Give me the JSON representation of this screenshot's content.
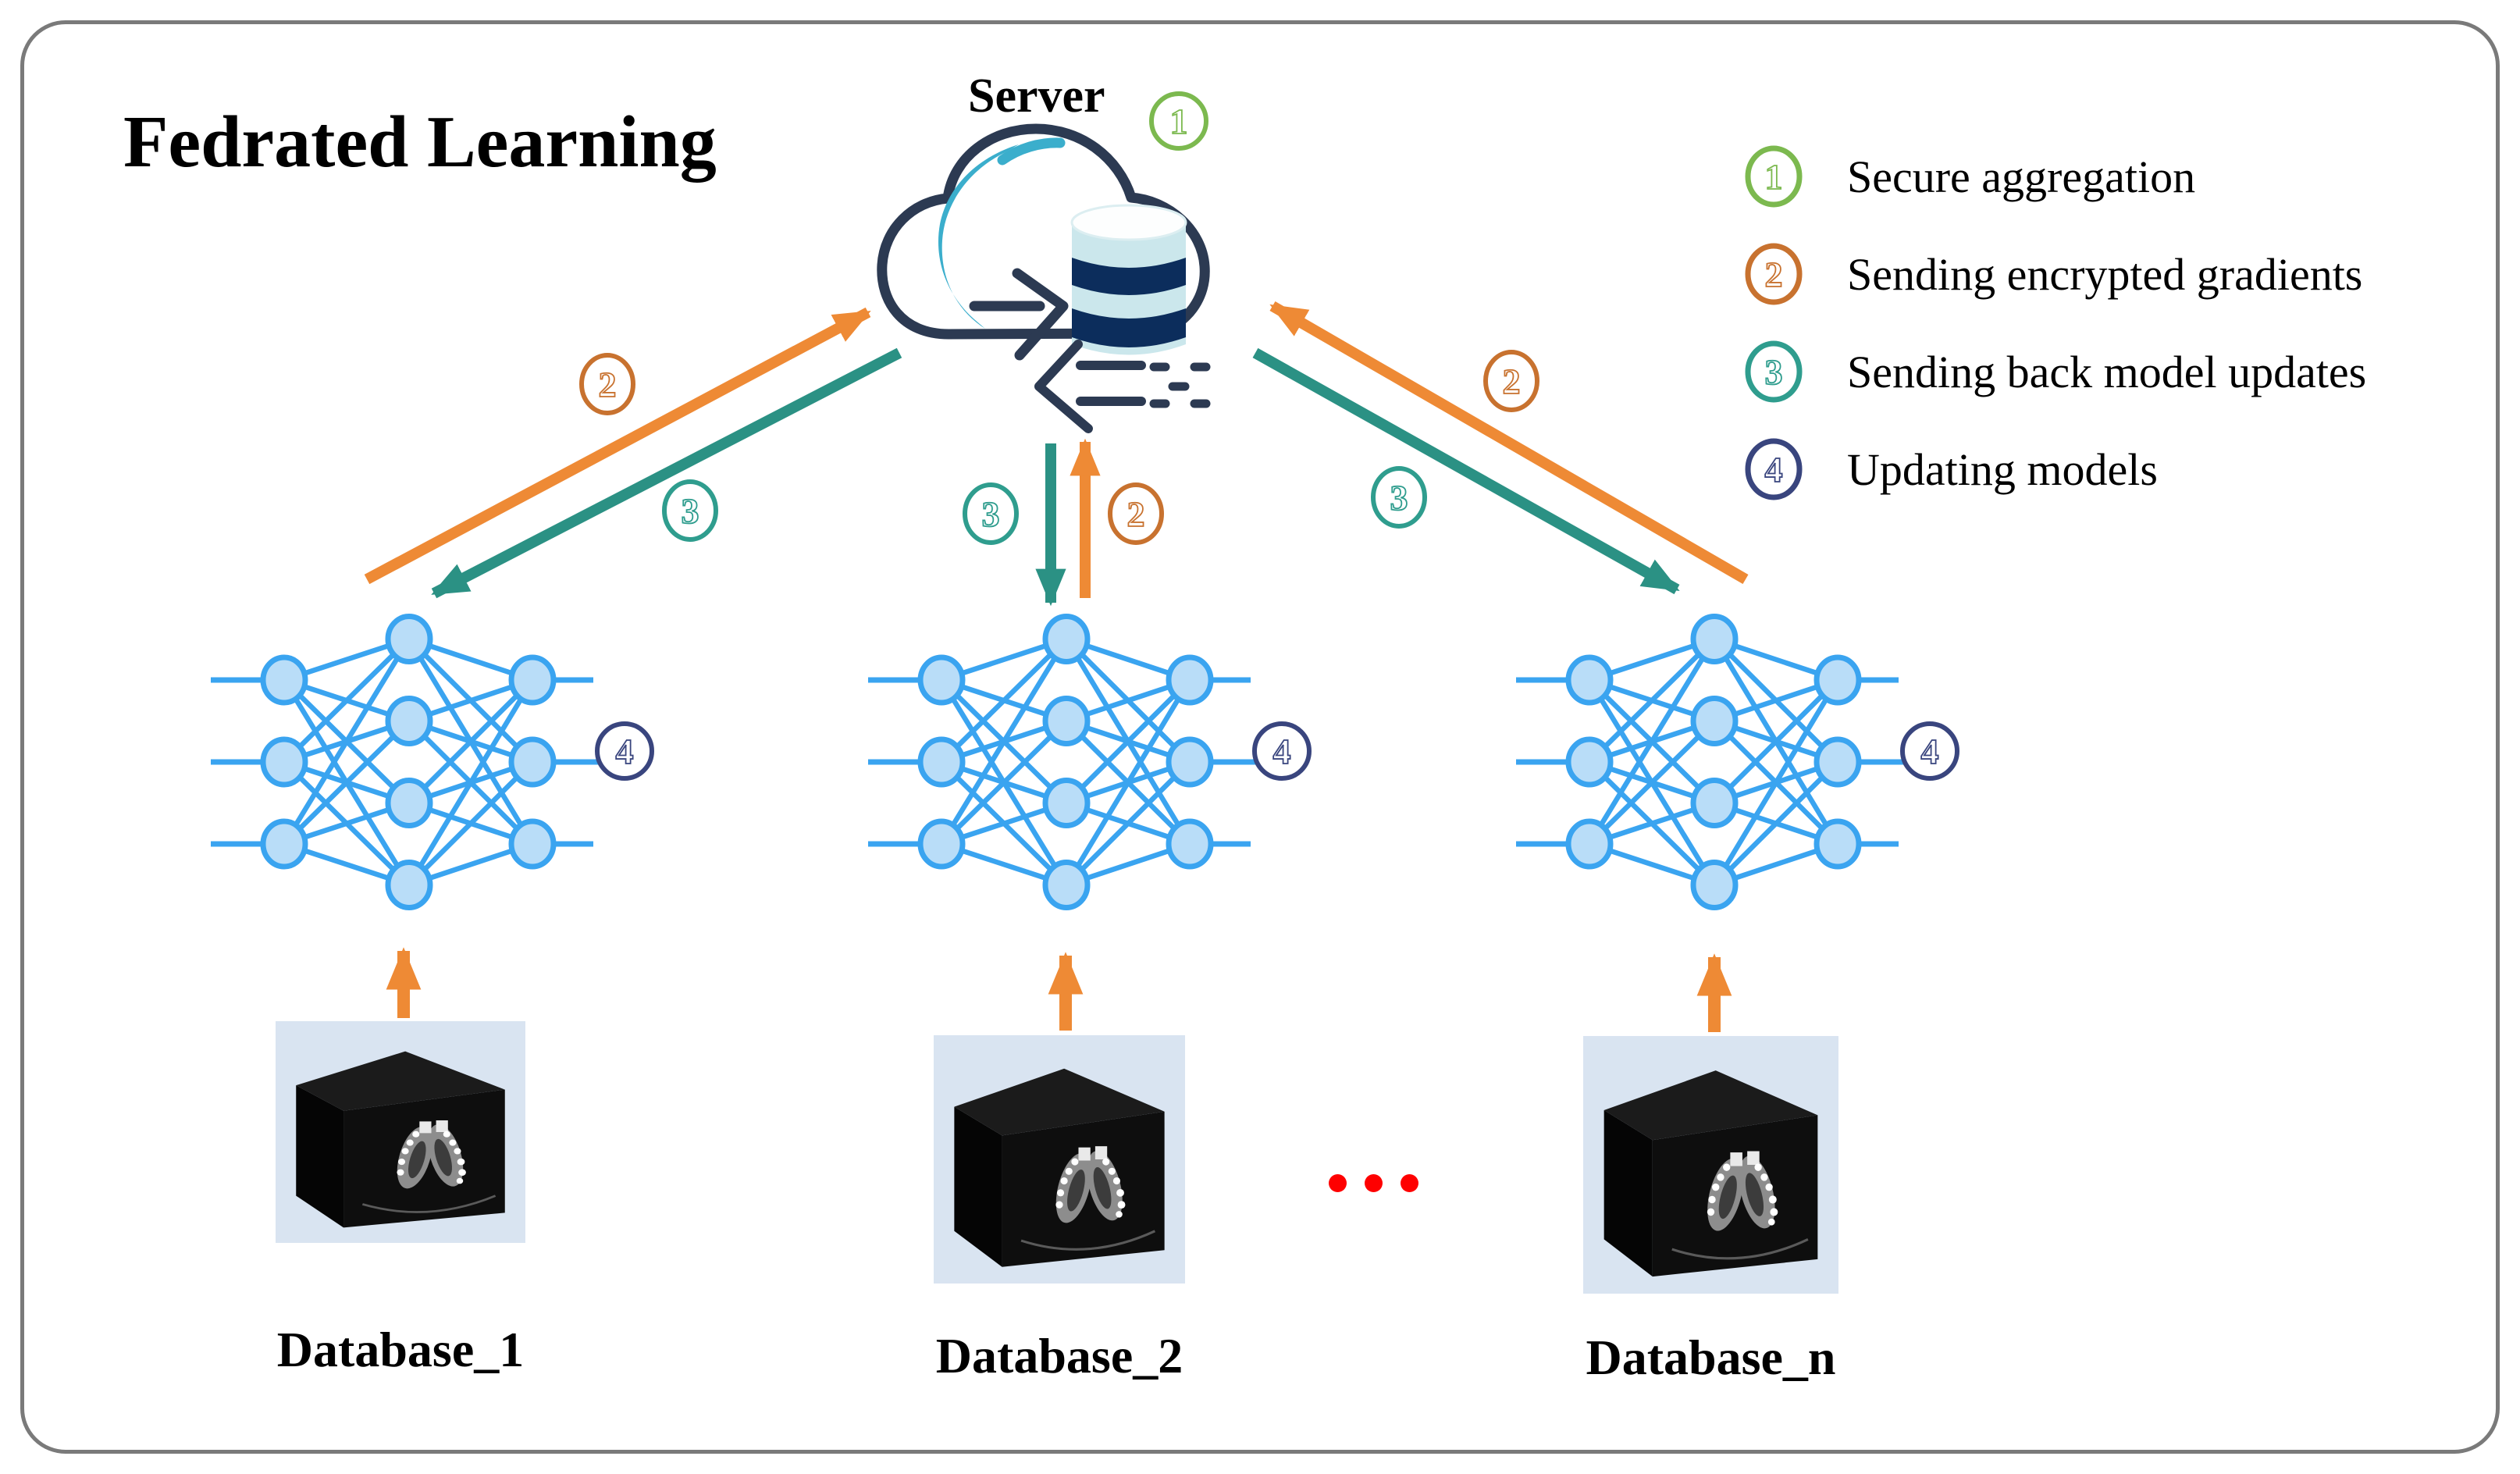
{
  "title": "Fedrated Learning",
  "server": {
    "label": "Server"
  },
  "legend": {
    "items": [
      {
        "num": "1",
        "label": "Secure aggregation",
        "color_key": "green"
      },
      {
        "num": "2",
        "label": "Sending encrypted gradients",
        "color_key": "orange_badge"
      },
      {
        "num": "3",
        "label": "Sending back model updates",
        "color_key": "teal_badge"
      },
      {
        "num": "4",
        "label": "Updating models",
        "color_key": "navy"
      }
    ]
  },
  "databases": [
    {
      "label": "Database_1"
    },
    {
      "label": "Database_2"
    },
    {
      "label": "Database_n"
    }
  ],
  "ellipsis": {
    "count": 3,
    "color": "#FE0000"
  },
  "client_model": {
    "layers": [
      3,
      4,
      3
    ],
    "update_badge_num": "4"
  },
  "colors": {
    "green": "#7CB94F",
    "orange": "#EE8A35",
    "orange_badge": "#C8722F",
    "teal": "#2B9184",
    "teal_badge": "#2F9D8E",
    "navy": "#39457E",
    "red": "#FE0000",
    "node_fill": "#B9DDF8",
    "node_stroke": "#3AA4F0",
    "cloud_navy": "#2C3A52",
    "cloud_teal": "#3BAECC",
    "cyl_light": "#CBE7EC",
    "cyl_dark": "#0C2D5C",
    "db_bg": "#D9E4F1",
    "border": "#7A7A7A",
    "text": "#000000"
  }
}
